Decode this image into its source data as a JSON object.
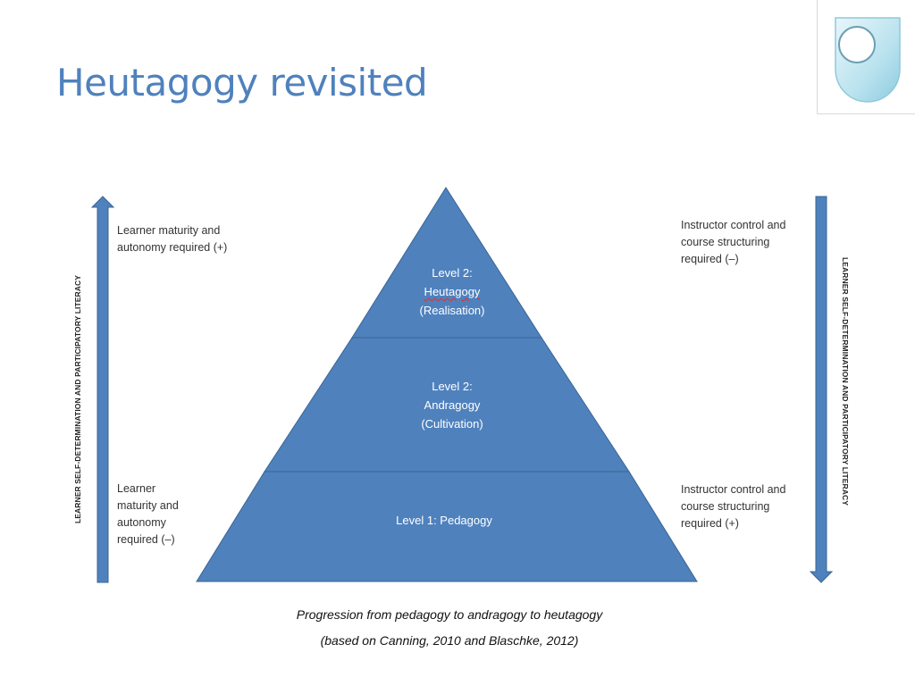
{
  "slide": {
    "title": "Heutagogy revisited"
  },
  "logo": {
    "icon": "open-university-shield-icon"
  },
  "diagram": {
    "left_axis_label": "Learner self-determination and participatory literacy",
    "right_axis_label": "Learner self-determination and participatory literacy",
    "left_top_text": [
      "Learner maturity and",
      "autonomy required (+)"
    ],
    "left_bottom_text": [
      "Learner",
      "maturity and",
      "autonomy",
      "required (–)"
    ],
    "right_top_text": [
      "Instructor control and",
      "course structuring",
      "required (–)"
    ],
    "right_bottom_text": [
      "Instructor control and",
      "course structuring",
      "required (+)"
    ],
    "levels": {
      "top": {
        "line1": "Level 2:",
        "line2": "Heutagogy",
        "line3": "(Realisation)"
      },
      "middle": {
        "line1": "Level 2:",
        "line2": "Andragogy",
        "line3": "(Cultivation)"
      },
      "bottom": {
        "line1": "Level 1: Pedagogy"
      }
    },
    "colors": {
      "fill": "#4f81bd",
      "stroke": "#3a6594",
      "text": "#ffffff"
    }
  },
  "caption": {
    "line1": "Progression from pedagogy to andragogy to heutagogy",
    "line2": "(based on Canning, 2010 and Blaschke, 2012)"
  }
}
